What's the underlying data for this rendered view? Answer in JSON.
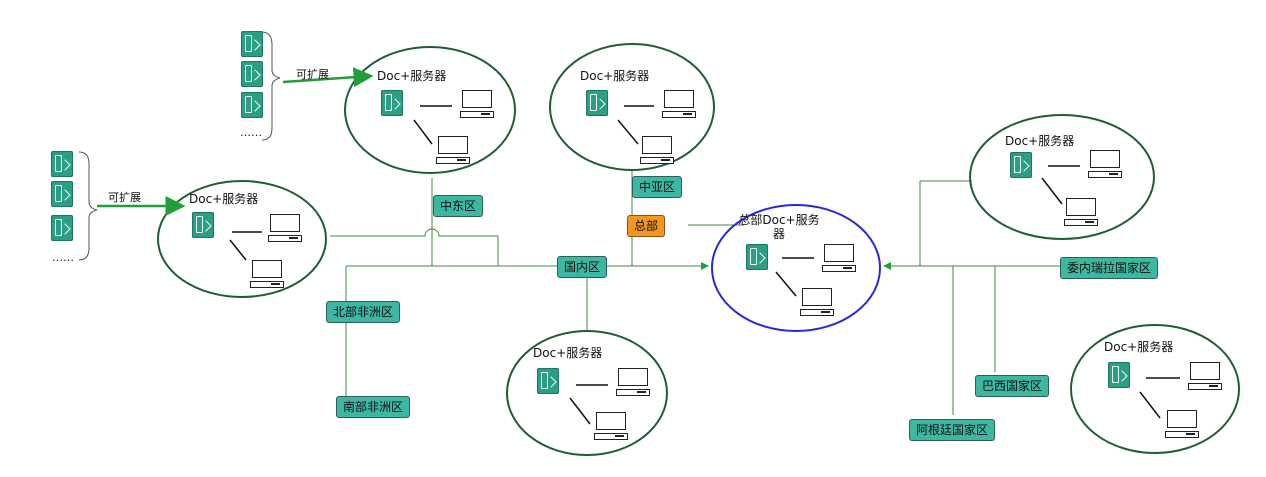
{
  "headquarters": {
    "label": "总部",
    "node_title": "总部Doc+服务器"
  },
  "regions": {
    "china": "国内区",
    "middle_east": "中东区",
    "central_asia": "中亚区",
    "north_africa": "北部非洲区",
    "south_africa": "南部非洲区",
    "venezuela": "委内瑞拉国家区",
    "brazil": "巴西国家区",
    "argentina": "阿根廷国家区"
  },
  "server_title": "Doc+服务器",
  "expandable_label": "可扩展",
  "ellipsis": "……",
  "colors": {
    "region_fill": "#3cb8a2",
    "region_border": "#2f5e57",
    "hq_fill": "#f5961f",
    "line": "#3f8a3f",
    "arrow": "#1f9e3a",
    "site_circle": "#1f5e34",
    "hq_circle": "#2a27d8"
  }
}
